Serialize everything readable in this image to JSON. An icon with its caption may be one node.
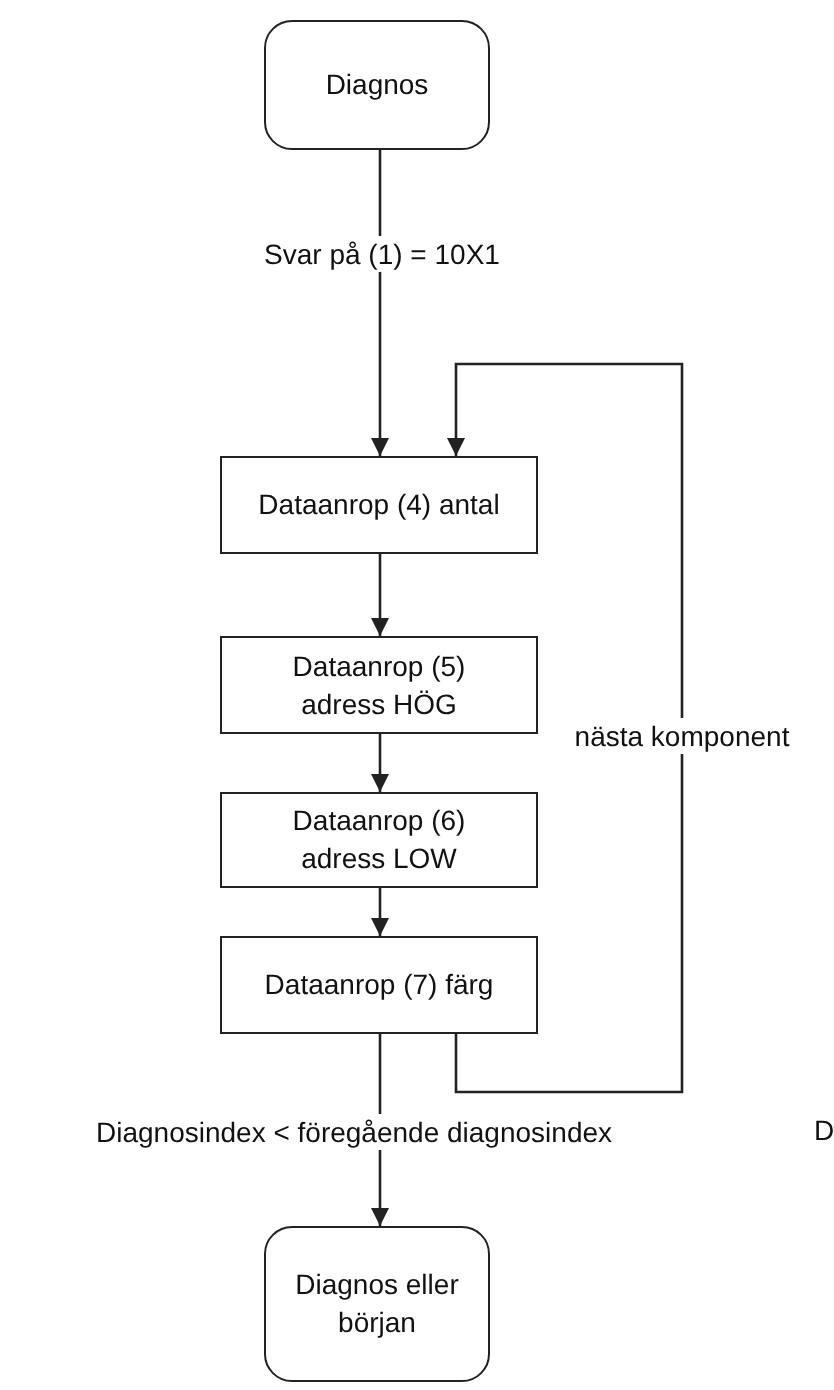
{
  "diagram": {
    "nodes": [
      {
        "text": [
          "Diagnos"
        ]
      },
      {
        "text": [
          "Dataanrop (4) antal"
        ]
      },
      {
        "text": [
          "Dataanrop (5) adress HÖG"
        ]
      },
      {
        "text": [
          "Dataanrop (6) adress LOW"
        ]
      },
      {
        "text": [
          "Dataanrop (7) färg"
        ]
      },
      {
        "text": [
          "Diagnos eller början"
        ]
      }
    ],
    "edges": [
      {
        "from": 0,
        "to": 1,
        "arrow": "to",
        "label": "Svar på (1) = 10X1"
      },
      {
        "from": 1,
        "to": 2,
        "arrow": "to"
      },
      {
        "from": 2,
        "to": 3,
        "arrow": "to"
      },
      {
        "from": 3,
        "to": 4,
        "arrow": "to"
      },
      {
        "from": 4,
        "to": 1,
        "arrow": "to",
        "label": "nästa komponent"
      },
      {
        "from": 4,
        "to": 5,
        "arrow": "to",
        "label": "Diagnosindex < föregående diagnosindex"
      }
    ],
    "labels": [
      "D"
    ]
  }
}
